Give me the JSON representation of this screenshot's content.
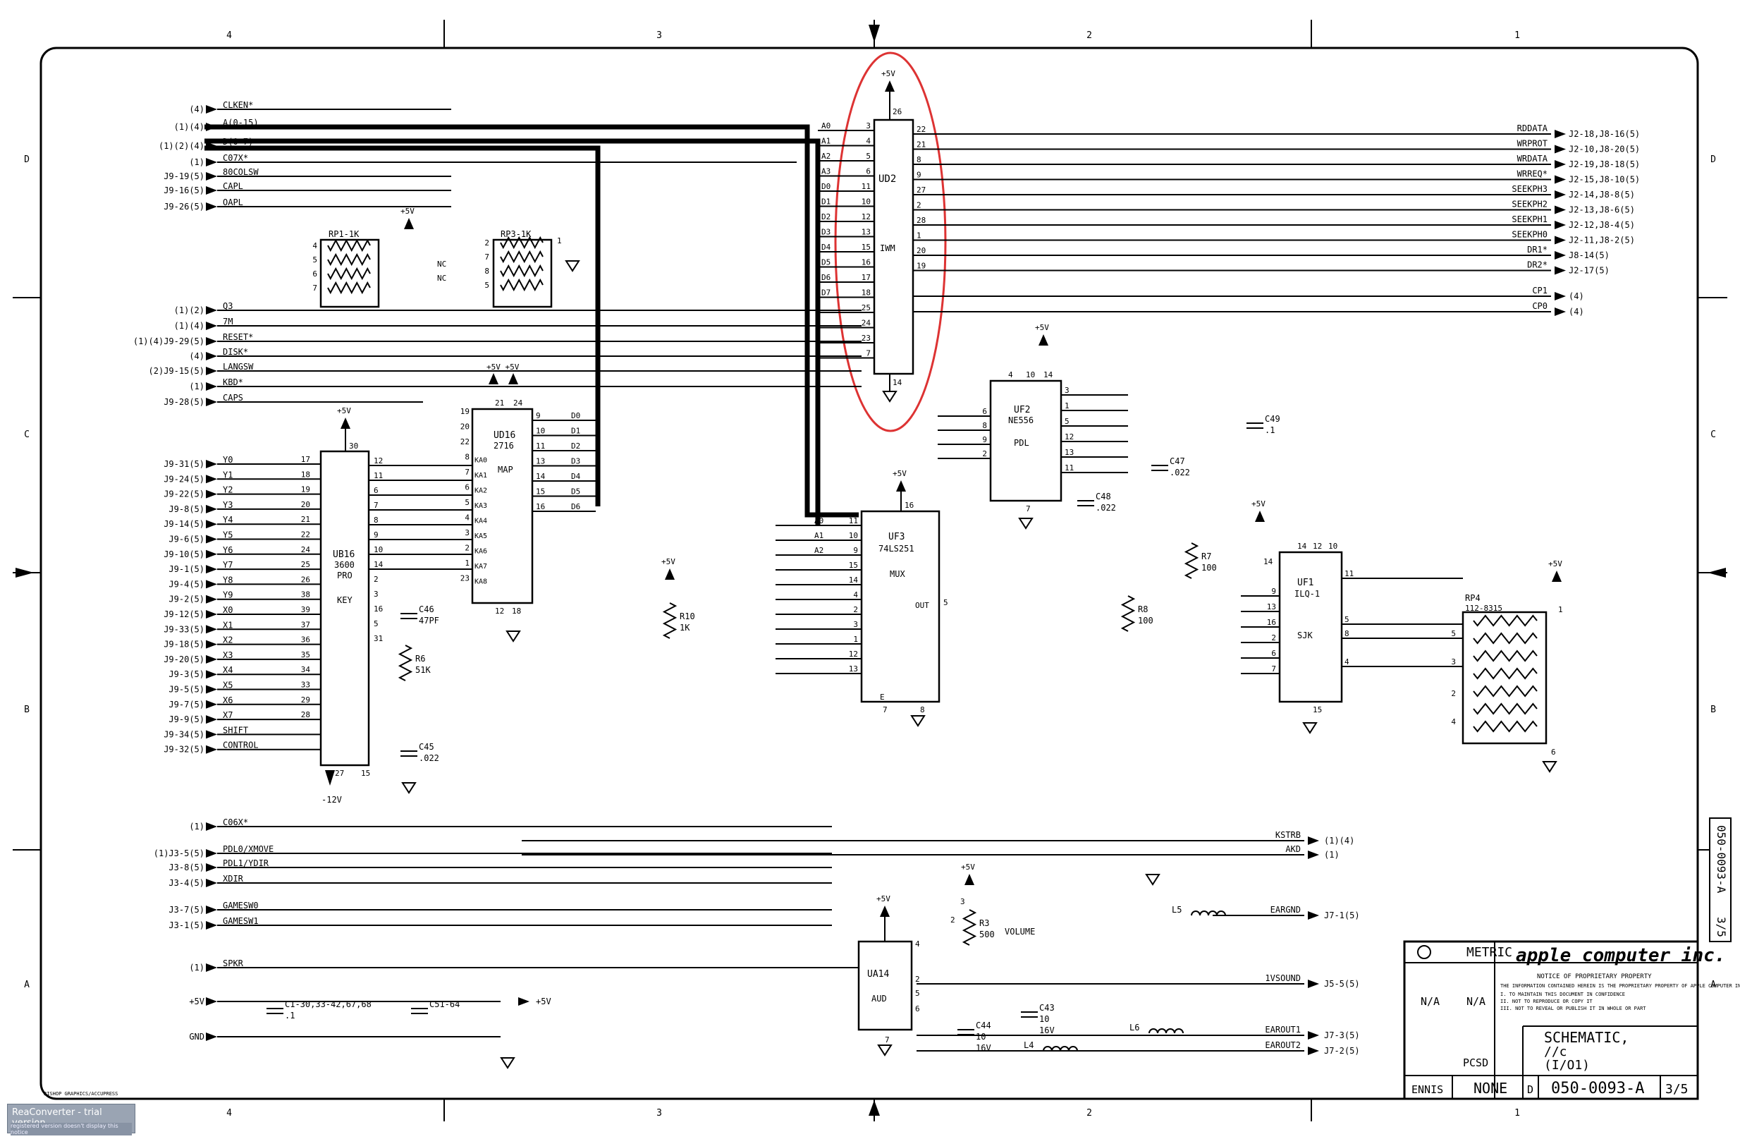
{
  "zones": {
    "cols": [
      "4",
      "3",
      "2",
      "1"
    ],
    "rows": [
      "D",
      "C",
      "B",
      "A"
    ]
  },
  "ic_ud2": {
    "ref": "UD2",
    "name": "IWM",
    "supply": "+5V",
    "pin_top": "26",
    "pin_bot": "14",
    "left_pins": [
      "3",
      "4",
      "5",
      "6",
      "11",
      "10",
      "12",
      "13",
      "15",
      "16",
      "17",
      "18",
      "25",
      "24",
      "23",
      "7"
    ],
    "left_sigs": [
      "A0",
      "A1",
      "A2",
      "A3",
      "D0",
      "D1",
      "D2",
      "D3",
      "D4",
      "D5",
      "D6",
      "D7"
    ],
    "right_pins": [
      "22",
      "21",
      "8",
      "9",
      "27",
      "2",
      "28",
      "1",
      "20",
      "19"
    ]
  },
  "ic_ub16": {
    "ref": "UB16",
    "part": "3600",
    "sub": "PRO",
    "name": "KEY",
    "supply": "+5V",
    "pin_top": "30",
    "left_pins": [
      "17",
      "18",
      "19",
      "20",
      "21",
      "22",
      "24",
      "25",
      "26",
      "38",
      "39",
      "37",
      "36",
      "35",
      "34",
      "33",
      "29",
      "28"
    ],
    "right_pins": [
      "12",
      "11",
      "6",
      "7",
      "8",
      "9",
      "10",
      "14",
      "2",
      "3",
      "16",
      "5",
      "31"
    ],
    "pin_bot": [
      "27",
      "15"
    ],
    "neg": "-12V"
  },
  "ic_ud16": {
    "ref": "UD16",
    "part": "2716",
    "name": "MAP",
    "supply": "+5V +5V",
    "pins_top": [
      "21",
      "24"
    ],
    "left_pins": [
      "19",
      "20",
      "22",
      "8",
      "7",
      "6",
      "5",
      "4",
      "3",
      "2",
      "1",
      "23"
    ],
    "left_sigs": [
      "KA0",
      "KA1",
      "KA2",
      "KA3",
      "KA4",
      "KA5",
      "KA6",
      "KA7",
      "KA8"
    ],
    "right_pins": [
      "9",
      "10",
      "11",
      "13",
      "14",
      "15",
      "16"
    ],
    "right_sigs": [
      "D0",
      "D1",
      "D2",
      "D3",
      "D4",
      "D5",
      "D6"
    ],
    "pins_bot": [
      "12",
      "18"
    ]
  },
  "ic_uf3": {
    "ref": "UF3",
    "part": "74LS251",
    "name": "MUX",
    "supply": "+5V",
    "pin_top": "16",
    "left_sigs": [
      "A0",
      "A1",
      "A2"
    ],
    "left_pins": [
      "11",
      "10",
      "9",
      "15",
      "14",
      "4",
      "2",
      "3",
      "1",
      "12",
      "13"
    ],
    "out": "OUT",
    "out_pin": "5",
    "bot": [
      "E",
      "7",
      "8"
    ]
  },
  "ic_uf2": {
    "ref": "UF2",
    "part": "NE556",
    "name": "PDL",
    "supply": "+5V",
    "pins_top": [
      "4",
      "10",
      "14"
    ],
    "left_pins": [
      "6",
      "8",
      "9",
      "2"
    ],
    "right_pins": [
      "3",
      "1",
      "5",
      "12",
      "13",
      "11"
    ],
    "pin_bot": "7"
  },
  "ic_uf1": {
    "ref": "UF1",
    "part": "ILQ-1",
    "name": "SJK",
    "supply": "+5V",
    "pins_top": [
      "14",
      "12",
      "10"
    ],
    "left_pins": [
      "9",
      "13",
      "16",
      "2",
      "6",
      "7"
    ],
    "right_pins": [
      "11",
      "5",
      "8",
      "4"
    ],
    "pin_bot": "15"
  },
  "ic_ua14": {
    "ref": "UA14",
    "name": "AUD",
    "supply": "+5V",
    "right_pins": [
      "4",
      "2",
      "5",
      "6"
    ],
    "pin_bot": "7"
  },
  "rp1": {
    "ref": "RP1-1K",
    "pins": [
      "4",
      "5",
      "6",
      "7"
    ],
    "supply": "+5V"
  },
  "rp3": {
    "ref": "RP3-1K",
    "pins": [
      "2",
      "7",
      "8",
      "5"
    ],
    "pin_r": "1",
    "nc": [
      "NC",
      "NC"
    ]
  },
  "rp4": {
    "ref": "RP4",
    "part": "112-8315",
    "pins": [
      "5",
      "3",
      "2",
      "4"
    ],
    "supply": "+5V",
    "p1": "1",
    "p6": "6"
  },
  "caps": [
    {
      "ref": "C46",
      "val": "47PF"
    },
    {
      "ref": "C45",
      "val": ".022"
    },
    {
      "ref": "C49",
      "val": ".1"
    },
    {
      "ref": "C47",
      "val": ".022"
    },
    {
      "ref": "C48",
      "val": ".022"
    },
    {
      "ref": "C44",
      "val": "10",
      "v": "16V"
    },
    {
      "ref": "C43",
      "val": "10",
      "v": "16V"
    },
    {
      "ref": "C1-30,33-42,67,68",
      "val": ".1"
    },
    {
      "ref": "C51-64",
      "val": ""
    }
  ],
  "res": [
    {
      "ref": "R6",
      "val": "51K"
    },
    {
      "ref": "R10",
      "val": "1K"
    },
    {
      "ref": "R7",
      "val": "100"
    },
    {
      "ref": "R8",
      "val": "100"
    },
    {
      "ref": "R3",
      "val": "500",
      "label": "VOLUME",
      "pin": "2",
      "pin3": "3"
    }
  ],
  "inductors": [
    {
      "ref": "L5"
    },
    {
      "ref": "L6"
    },
    {
      "ref": "L4"
    }
  ],
  "left_signals_top": [
    {
      "pre": "(4)",
      "name": "CLKEN*"
    },
    {
      "pre": "(1)(4)",
      "name": "A(0-15)"
    },
    {
      "pre": "(1)(2)(4)",
      "name": "D(0-7)"
    },
    {
      "pre": "(1)",
      "name": "C07X*"
    },
    {
      "pre": "J9-19(5)",
      "name": "80COLSW"
    },
    {
      "pre": "J9-16(5)",
      "name": "CAPL"
    },
    {
      "pre": "J9-26(5)",
      "name": "OAPL"
    }
  ],
  "left_signals_mid": [
    {
      "pre": "(1)(2)",
      "name": "Q3"
    },
    {
      "pre": "(1)(4)",
      "name": "7M"
    },
    {
      "pre": "(1)(4)J9-29(5)",
      "name": "RESET*"
    },
    {
      "pre": "(4)",
      "name": "DISK*"
    },
    {
      "pre": "(2)J9-15(5)",
      "name": "LANGSW"
    },
    {
      "pre": "(1)",
      "name": "KBD*"
    },
    {
      "pre": "J9-28(5)",
      "name": "CAPS"
    }
  ],
  "key_lines": [
    {
      "pre": "J9-31(5)",
      "name": "Y0"
    },
    {
      "pre": "J9-24(5)",
      "name": "Y1"
    },
    {
      "pre": "J9-22(5)",
      "name": "Y2"
    },
    {
      "pre": "J9-8(5)",
      "name": "Y3"
    },
    {
      "pre": "J9-14(5)",
      "name": "Y4"
    },
    {
      "pre": "J9-6(5)",
      "name": "Y5"
    },
    {
      "pre": "J9-10(5)",
      "name": "Y6"
    },
    {
      "pre": "J9-1(5)",
      "name": "Y7"
    },
    {
      "pre": "J9-4(5)",
      "name": "Y8"
    },
    {
      "pre": "J9-2(5)",
      "name": "Y9"
    },
    {
      "pre": "J9-12(5)",
      "name": "X0"
    },
    {
      "pre": "J9-33(5)",
      "name": "X1"
    },
    {
      "pre": "J9-18(5)",
      "name": "X2"
    },
    {
      "pre": "J9-20(5)",
      "name": "X3"
    },
    {
      "pre": "J9-3(5)",
      "name": "X4"
    },
    {
      "pre": "J9-5(5)",
      "name": "X5"
    },
    {
      "pre": "J9-7(5)",
      "name": "X6"
    },
    {
      "pre": "J9-9(5)",
      "name": "X7"
    },
    {
      "pre": "J9-34(5)",
      "name": "SHIFT"
    },
    {
      "pre": "J9-32(5)",
      "name": "CONTROL"
    }
  ],
  "left_signals_low": [
    {
      "pre": "(1)",
      "name": "C06X*"
    },
    {
      "pre": "(1)J3-5(5)",
      "name": "PDL0/XMOVE"
    },
    {
      "pre": "J3-8(5)",
      "name": "PDL1/YDIR"
    },
    {
      "pre": "J3-4(5)",
      "name": "XDIR"
    },
    {
      "pre": "J3-7(5)",
      "name": "GAMESW0"
    },
    {
      "pre": "J3-1(5)",
      "name": "GAMESW1"
    },
    {
      "pre": "(1)",
      "name": "SPKR"
    },
    {
      "pre": "+5V",
      "name": ""
    },
    {
      "pre": "GND",
      "name": ""
    }
  ],
  "right_signals": [
    {
      "name": "RDDATA",
      "dest": "J2-18,J8-16(5)"
    },
    {
      "name": "WRPROT",
      "dest": "J2-10,J8-20(5)"
    },
    {
      "name": "WRDATA",
      "dest": "J2-19,J8-18(5)"
    },
    {
      "name": "WRREQ*",
      "dest": "J2-15,J8-10(5)"
    },
    {
      "name": "SEEKPH3",
      "dest": "J2-14,J8-8(5)"
    },
    {
      "name": "SEEKPH2",
      "dest": "J2-13,J8-6(5)"
    },
    {
      "name": "SEEKPH1",
      "dest": "J2-12,J8-4(5)"
    },
    {
      "name": "SEEKPH0",
      "dest": "J2-11,J8-2(5)"
    },
    {
      "name": "DR1*",
      "dest": "J8-14(5)"
    },
    {
      "name": "DR2*",
      "dest": "J2-17(5)"
    },
    {
      "name": "CP1",
      "dest": "(4)"
    },
    {
      "name": "CP0",
      "dest": "(4)"
    }
  ],
  "right_low": [
    {
      "name": "KSTRB",
      "dest": "(1)(4)"
    },
    {
      "name": "AKD",
      "dest": "(1)"
    },
    {
      "name": "EARGND",
      "dest": "J7-1(5)"
    },
    {
      "name": "1VSOUND",
      "dest": "J5-5(5)"
    },
    {
      "name": "EAROUT1",
      "dest": "J7-3(5)"
    },
    {
      "name": "EAROUT2",
      "dest": "J7-2(5)"
    }
  ],
  "v5_out": "+5V",
  "title_block": {
    "metric": "METRIC",
    "company": "apple computer inc.",
    "notice_head": "NOTICE OF PROPRIETARY PROPERTY",
    "notice": "THE INFORMATION CONTAINED HEREIN IS THE PROPRIETARY PROPERTY OF APPLE COMPUTER INC. THE POSSESSOR AGREES TO THE FOLLOWING:",
    "notice_items": [
      "I. TO MAINTAIN THIS DOCUMENT IN CONFIDENCE",
      "II. NOT TO REPRODUCE OR COPY IT",
      "III. NOT TO REVEAL OR PUBLISH IT IN WHOLE OR PART"
    ],
    "material": "N/A",
    "finish": "N/A",
    "dept": "PCSD",
    "title": "SCHEMATIC,",
    "title2": "//c",
    "title3": "(I/O1)",
    "drawn": "ENNIS",
    "scale": "NONE",
    "size": "D",
    "dwg_no": "050-0093-A",
    "sheet": "3/5",
    "side_no": "050-0093-A",
    "side_sheet": "3/5"
  },
  "footer_mark": "BISHOP GRAPHICS/ACCUPRESS",
  "watermark": {
    "title": "ReaConverter - trial version",
    "sub": "registered version doesn't display this notice"
  }
}
